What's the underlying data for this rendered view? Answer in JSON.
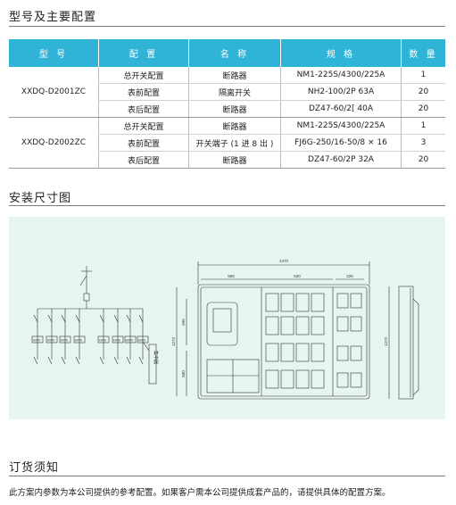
{
  "section1": {
    "title": "型号及主要配置"
  },
  "table": {
    "headers": [
      "型 号",
      "配 置",
      "名 称",
      "规 格",
      "数 量"
    ],
    "groups": [
      {
        "model": "XXDQ-D2001ZC",
        "rows": [
          {
            "config": "总开关配置",
            "name": "断路器",
            "spec": "NM1-225S/4300/225A",
            "qty": "1"
          },
          {
            "config": "表前配置",
            "name": "隔离开关",
            "spec": "NH2-100/2P 63A",
            "qty": "20"
          },
          {
            "config": "表后配置",
            "name": "断路器",
            "spec": "DZ47-60/2[ 40A",
            "qty": "20"
          }
        ]
      },
      {
        "model": "XXDQ-D2002ZC",
        "rows": [
          {
            "config": "总开关配置",
            "name": "断路器",
            "spec": "NM1-225S/4300/225A",
            "qty": "1"
          },
          {
            "config": "表前配置",
            "name": "开关端子 (1 进 8 出 )",
            "spec": "FJ6G-250/16-50/8 × 16",
            "qty": "3"
          },
          {
            "config": "表后配置",
            "name": "断路器",
            "spec": "DZ47-60/2P 32A",
            "qty": "20"
          }
        ]
      }
    ]
  },
  "section2": {
    "title": "安装尺寸图"
  },
  "drawing": {
    "dims": {
      "overall_width": "1470",
      "left_width": "565",
      "middle_width": "620",
      "right_width": "225",
      "upper_height": "695",
      "lower_height": "500",
      "total_height": "1272",
      "side_height": "1272"
    },
    "label_meter": "kWh",
    "label_vertical": "集中器"
  },
  "section3": {
    "title": "订货须知"
  },
  "note": "此方案内参数为本公司提供的参考配置。如果客户需本公司提供成套产品的，请提供具体的配置方案。",
  "colors": {
    "header_bg": "#2fb3d6",
    "drawing_bg": "#e7f5f1"
  }
}
